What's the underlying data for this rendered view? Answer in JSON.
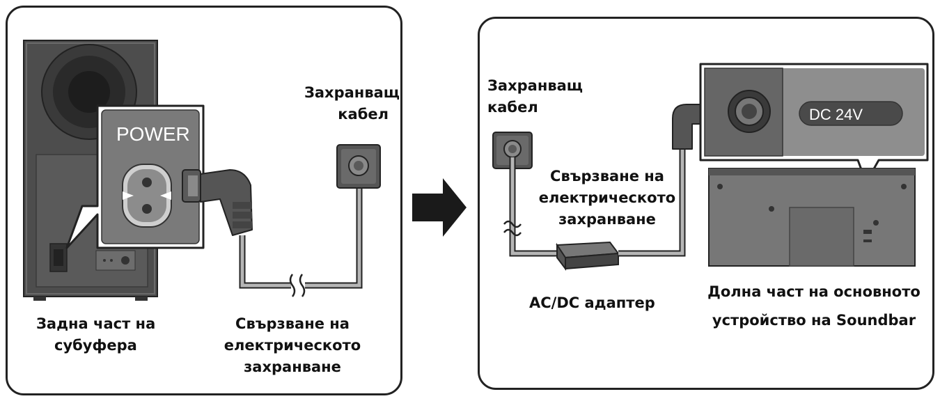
{
  "left_panel": {
    "power_label": "POWER",
    "power_cord_label": [
      "Захранващ",
      "кабел"
    ],
    "subwoofer_label": [
      "Задна част на",
      "субуфера"
    ],
    "connect_label": [
      "Свързване на",
      "електрическото",
      "захранване"
    ]
  },
  "right_panel": {
    "power_cord_label": [
      "Захранващ",
      "кабел"
    ],
    "connect_label": [
      "Свързване на",
      "електрическото",
      "захранване"
    ],
    "adapter_label": "AC/DC адаптер",
    "dc_label": "DC 24V",
    "soundbar_label": [
      "Долна част на основното",
      "устройство на Soundbar"
    ]
  },
  "colors": {
    "outline": "#222222",
    "device_dark": "#4a4a4a",
    "device_mid": "#707070",
    "device_light": "#9a9a9a",
    "cable": "#b5b5b5"
  }
}
